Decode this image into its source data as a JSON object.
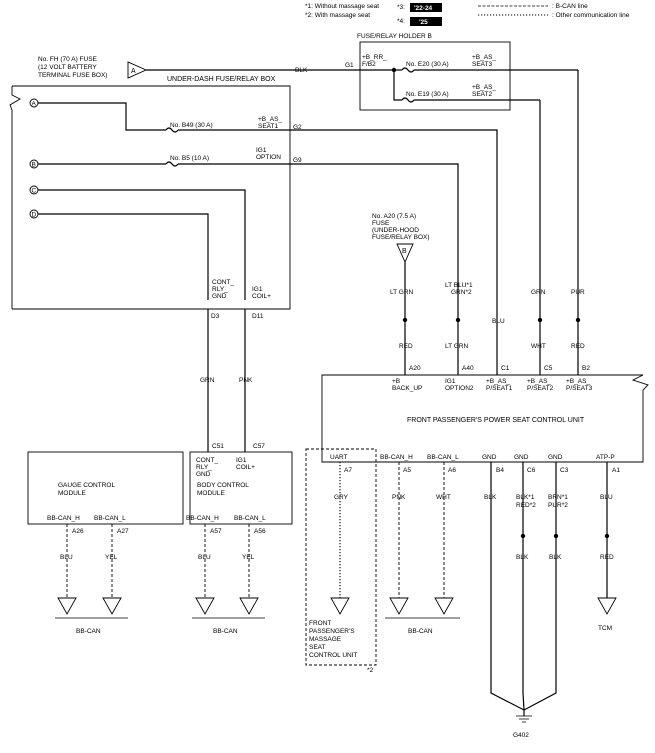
{
  "legend": {
    "note1": "*1: Without massage seat",
    "note2": "*2: With massage seat",
    "note3": "*3:",
    "note4": "*4:",
    "badge3": "'22-24",
    "badge4": "'25",
    "bcan_line": ": B-CAN line",
    "other_line": ": Other communication line"
  },
  "fuse_box": {
    "main_fuse": [
      "No. FH (70 A) FUSE",
      "(12 VOLT BATTERY",
      "TERMINAL FUSE BOX)"
    ],
    "title": "UNDER-DASH FUSE/RELAY BOX",
    "fuse_b49": "No. B49 (30 A)",
    "fuse_b5": "No. B5 (10 A)",
    "pin_b_as_seat1": [
      "+B_AS_",
      "SEAT1"
    ],
    "pin_ig1_option": [
      "IG1",
      "OPTION"
    ],
    "pin_cont_rly": [
      "CONT_",
      "RLY_",
      "GND"
    ],
    "pin_ig1_coil": [
      "IG1",
      "COIL+"
    ],
    "conn_g1": "G1",
    "conn_g2": "G2",
    "conn_g9": "G9",
    "conn_d3": "D3",
    "conn_d11": "D11"
  },
  "holder_b": {
    "title": "FUSE/RELAY HOLDER B",
    "pin_rr": [
      "+B_RR_",
      "F/B2"
    ],
    "fuse_e20": "No. E20 (30 A)",
    "fuse_e19": "No. E19 (30 A)",
    "pin_seat3": [
      "+B_AS_",
      "SEAT3"
    ],
    "pin_seat2": [
      "+B_AS_",
      "SEAT2"
    ]
  },
  "fuse_a20": [
    "No. A20 (7.5 A)",
    "FUSE",
    "(UNDER-HOOD",
    "FUSE/RELAY BOX)"
  ],
  "nodes": {
    "a": "A",
    "b": "B",
    "c": "C",
    "d": "D"
  },
  "wires": {
    "blk_main": "BLK",
    "lt_grn": "LT GRN",
    "lt_blu_grn": [
      "LT BLU*1",
      "GRN*2"
    ],
    "red_1": "RED",
    "lt_grn_2": "LT GRN",
    "blu": "BLU",
    "grn": "GRN",
    "wht": "WHT",
    "pur": "PUR",
    "red_2": "RED",
    "grn_d3": "GRN",
    "pnk_d11": "PNK",
    "gry": "GRY",
    "pnk_a5": "PNK",
    "wht_a6": "WHT",
    "blk_b4": "BLK",
    "blk_red_c6": [
      "BLK*1",
      "RED*2"
    ],
    "brn_pur_c3": [
      "BRN*1",
      "PUR*2"
    ],
    "blu_a1": "BLU",
    "blk_lower1": "BLK",
    "blk_lower2": "BLK",
    "red_lower": "RED",
    "blu_gauge": "BLU",
    "yel_gauge": "YEL",
    "blu_bcm": "BLU",
    "yel_bcm": "YEL"
  },
  "seat_unit": {
    "title": "FRONT PASSENGER'S POWER SEAT CONTROL UNIT",
    "conn_a20": "A20",
    "conn_a40": "A40",
    "conn_c1": "C1",
    "conn_c5": "C5",
    "conn_b2": "B2",
    "pin_back_up": [
      "+B",
      "BACK_UP"
    ],
    "pin_option2": [
      "IG1",
      "OPTION2"
    ],
    "pin_pseat1": [
      "+B_AS_",
      "P/SEAT1"
    ],
    "pin_pseat2": [
      "+B_AS_",
      "P/SEAT2"
    ],
    "pin_pseat3": [
      "+B_AS_",
      "P/SEAT3"
    ],
    "pin_uart": "UART",
    "pin_bbcan_h": "BB-CAN_H",
    "pin_bbcan_l": "BB-CAN_L",
    "pin_gnd1": "GND",
    "pin_gnd2": "GND",
    "pin_gnd3": "GND",
    "pin_atp": "ATP-P",
    "conn_a7": "A7",
    "conn_a5": "A5",
    "conn_a6": "A6",
    "conn_b4": "B4",
    "conn_c6": "C6",
    "conn_c3": "C3",
    "conn_a1": "A1"
  },
  "gauge": {
    "title": [
      "GAUGE CONTROL",
      "MODULE"
    ],
    "pin_h": "BB-CAN_H",
    "pin_l": "BB-CAN_L",
    "conn_a26": "A26",
    "conn_a27": "A27"
  },
  "bcm": {
    "title": [
      "BODY CONTROL",
      "MODULE"
    ],
    "pin_cont": [
      "CONT_",
      "RLY_",
      "GND"
    ],
    "pin_ig1": [
      "IG1",
      "COIL+"
    ],
    "pin_h": "BB-CAN_H",
    "pin_l": "BB-CAN_L",
    "conn_c51": "C51",
    "conn_c57": "C57",
    "conn_a57": "A57",
    "conn_a56": "A56"
  },
  "massage": {
    "label": [
      "FRONT",
      "PASSENGER'S",
      "MASSAGE",
      "SEAT",
      "CONTROL UNIT"
    ],
    "note": "*2"
  },
  "bottom": {
    "bbcan1": "BB-CAN",
    "bbcan2": "BB-CAN",
    "bbcan3": "BB-CAN",
    "tcm": "TCM",
    "g402": "G402"
  }
}
